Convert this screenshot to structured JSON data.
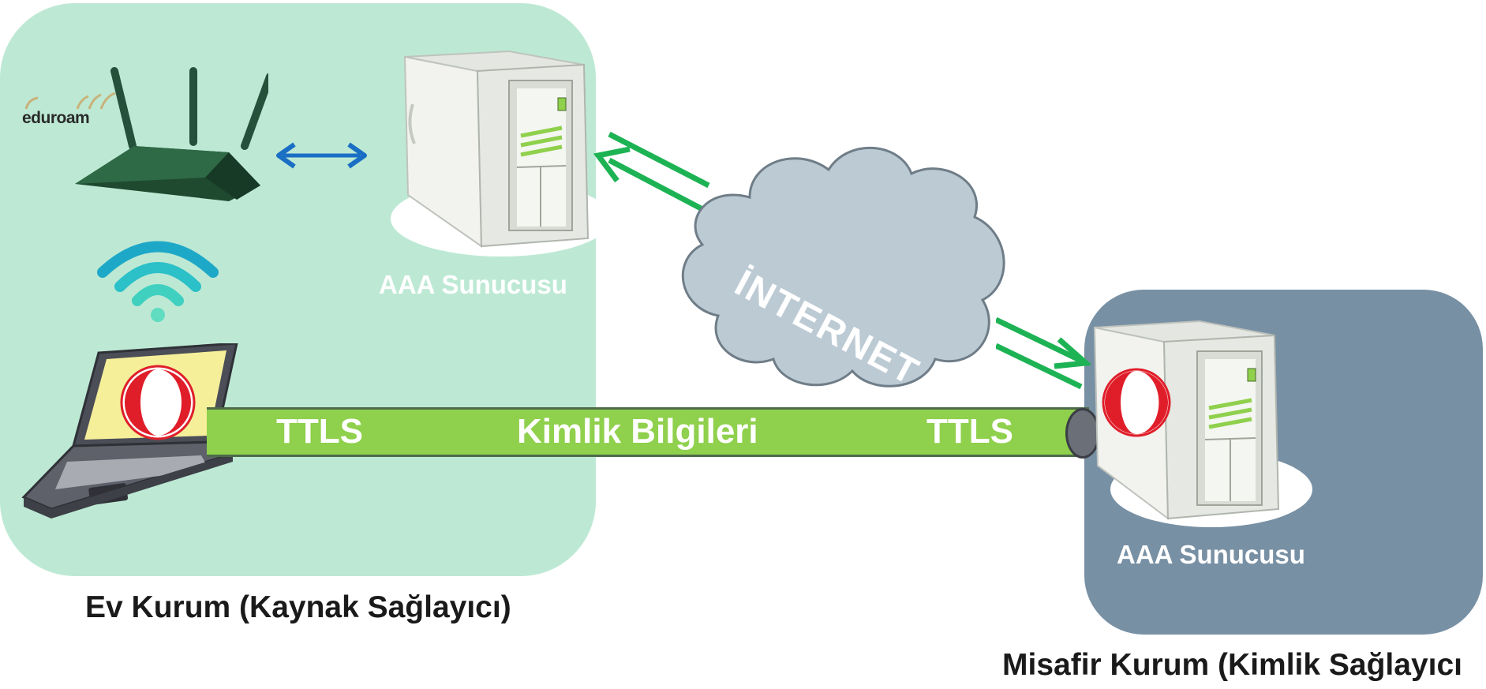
{
  "home_zone": {
    "caption": "Ev Kurum (Kaynak Sağlayıcı)",
    "server_label": "AAA Sunucusu",
    "router_brand": "eduroam",
    "color": "#bde9d4"
  },
  "guest_zone": {
    "caption": "Misafir Kurum (Kimlik Sağlayıcı",
    "server_label": "AAA Sunucusu",
    "color": "#7890a4"
  },
  "cloud": {
    "label": "İNTERNET",
    "color": "#bccad4"
  },
  "tunnel": {
    "left_label": "TTLS",
    "center_label": "Kimlik Bilgileri",
    "right_label": "TTLS",
    "color": "#8fd04c"
  },
  "icons": [
    "router-icon",
    "wifi-icon",
    "laptop-icon",
    "server-icon",
    "cloud-icon",
    "double-arrow-icon",
    "university-logo-icon"
  ],
  "colors": {
    "arrow_green": "#1db354",
    "arrow_blue": "#1a6fc4"
  }
}
